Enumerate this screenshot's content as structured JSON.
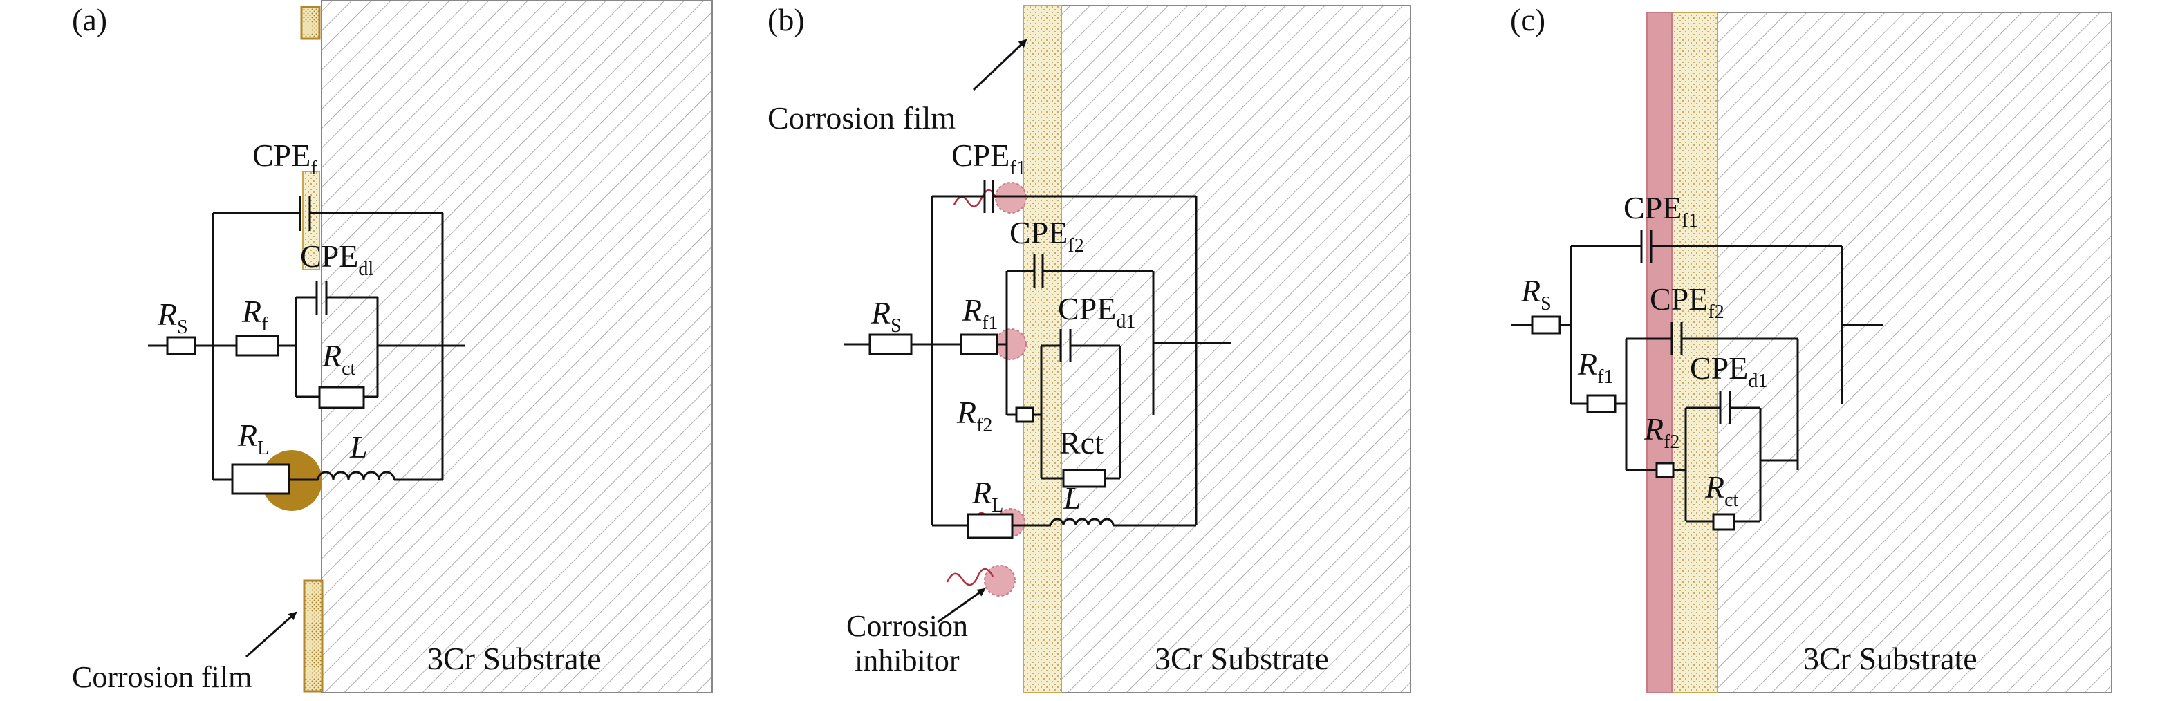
{
  "colors": {
    "film": "#f6efcf",
    "film_border": "#c9a650",
    "inhibitor": "#d99aa0",
    "inhibitor_dark": "#c97a85",
    "brown_particle": "#b1831f",
    "hatch": "#999999",
    "pink_layer": "#da9ca2"
  },
  "panels": [
    {
      "id": "a",
      "label": "(a)",
      "substrate_label": "3Cr Substrate",
      "film_label": "Corrosion film",
      "components": {
        "rs": {
          "main": "R",
          "sub": "S"
        },
        "rf": {
          "main": "R",
          "sub": "f"
        },
        "rct": {
          "main": "R",
          "sub": "ct"
        },
        "rl": {
          "main": "R",
          "sub": "L"
        },
        "cpef": {
          "main": "CPE",
          "sub": "f"
        },
        "cpedl": {
          "main": "CPE",
          "sub": "dl"
        },
        "l": "L"
      }
    },
    {
      "id": "b",
      "label": "(b)",
      "substrate_label": "3Cr Substrate",
      "film_label": "Corrosion film",
      "inhibitor_label_1": "Corrosion",
      "inhibitor_label_2": "inhibitor",
      "components": {
        "rs": {
          "main": "R",
          "sub": "S"
        },
        "rf1": {
          "main": "R",
          "sub": "f1"
        },
        "rf2": {
          "main": "R",
          "sub": "f2"
        },
        "rct": "Rct",
        "rl": {
          "main": "R",
          "sub": "L"
        },
        "cpef1": {
          "main": "CPE",
          "sub": "f1"
        },
        "cpef2": {
          "main": "CPE",
          "sub": "f2"
        },
        "cped1": {
          "main": "CPE",
          "sub": "d1"
        },
        "l": "L"
      }
    },
    {
      "id": "c",
      "label": "(c)",
      "substrate_label": "3Cr Substrate",
      "components": {
        "rs": {
          "main": "R",
          "sub": "S"
        },
        "rf1": {
          "main": "R",
          "sub": "f1"
        },
        "rf2": {
          "main": "R",
          "sub": "f2"
        },
        "rct": {
          "main": "R",
          "sub": "ct"
        },
        "cpef1": {
          "main": "CPE",
          "sub": "f1"
        },
        "cpef2": {
          "main": "CPE",
          "sub": "f2"
        },
        "cped1": {
          "main": "CPE",
          "sub": "d1"
        }
      }
    }
  ]
}
